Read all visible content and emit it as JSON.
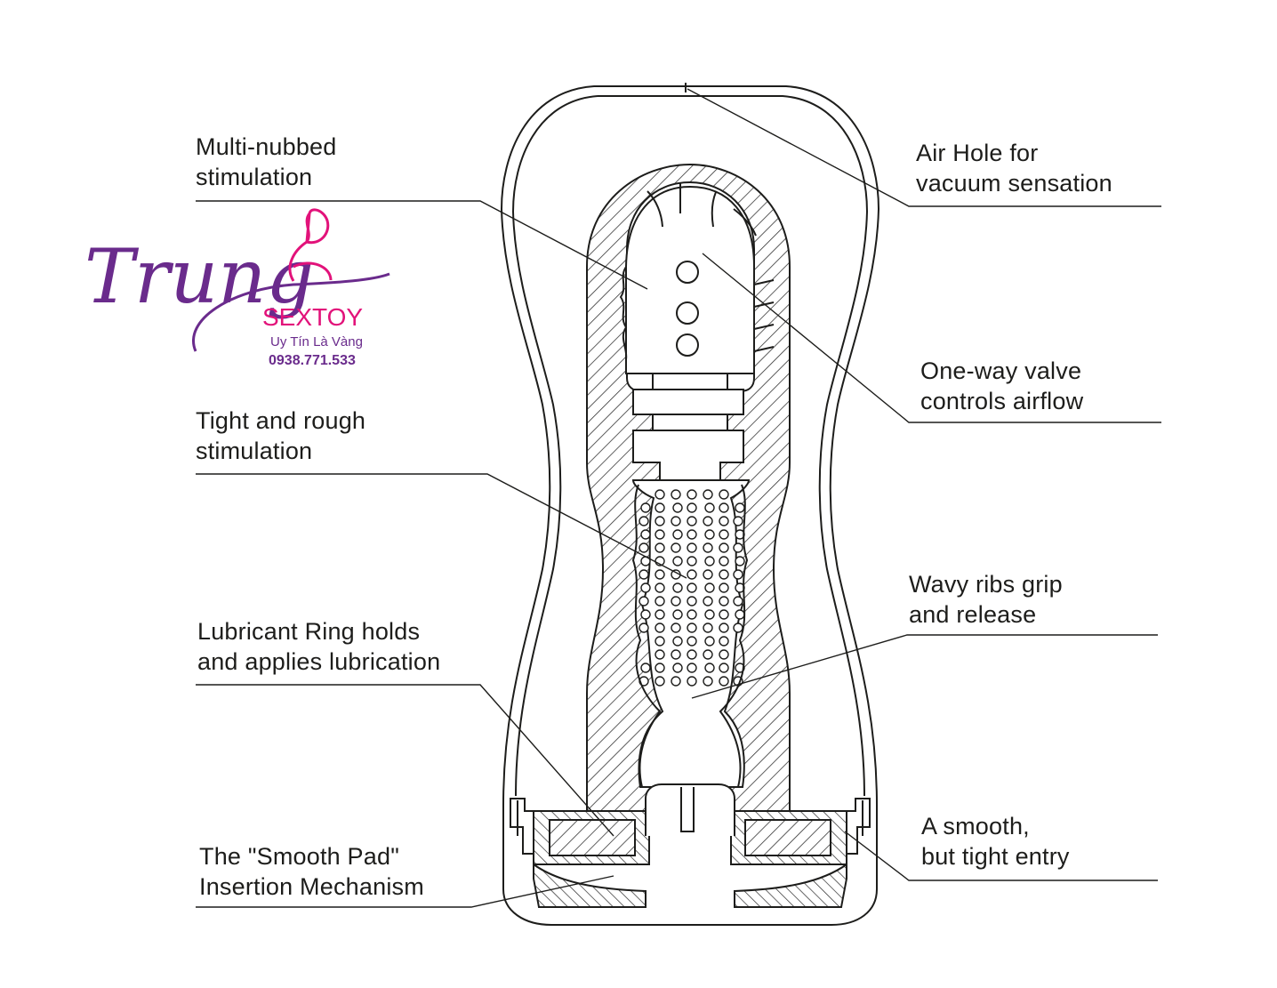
{
  "labels": {
    "multi_nubbed": [
      "Multi-nubbed",
      "stimulation"
    ],
    "tight_rough": [
      "Tight and rough",
      "stimulation"
    ],
    "lubricant_ring": [
      "Lubricant Ring holds",
      "and applies lubrication"
    ],
    "smooth_pad": [
      "The \"Smooth Pad\"",
      "Insertion Mechanism"
    ],
    "air_hole": [
      "Air Hole for",
      "vacuum sensation"
    ],
    "one_way_valve": [
      "One-way valve",
      "controls airflow"
    ],
    "wavy_ribs": [
      "Wavy ribs grip",
      "and release"
    ],
    "smooth_entry": [
      "A smooth,",
      "but tight entry"
    ]
  },
  "logo": {
    "script": "Trung",
    "brand": "SEXTOY",
    "tagline": "Uy Tín Là Vàng",
    "phone": "0938.771.533"
  },
  "colors": {
    "line": "#1d1d1b",
    "logo_purple": "#6a2b8c",
    "logo_magenta": "#e2127a"
  }
}
